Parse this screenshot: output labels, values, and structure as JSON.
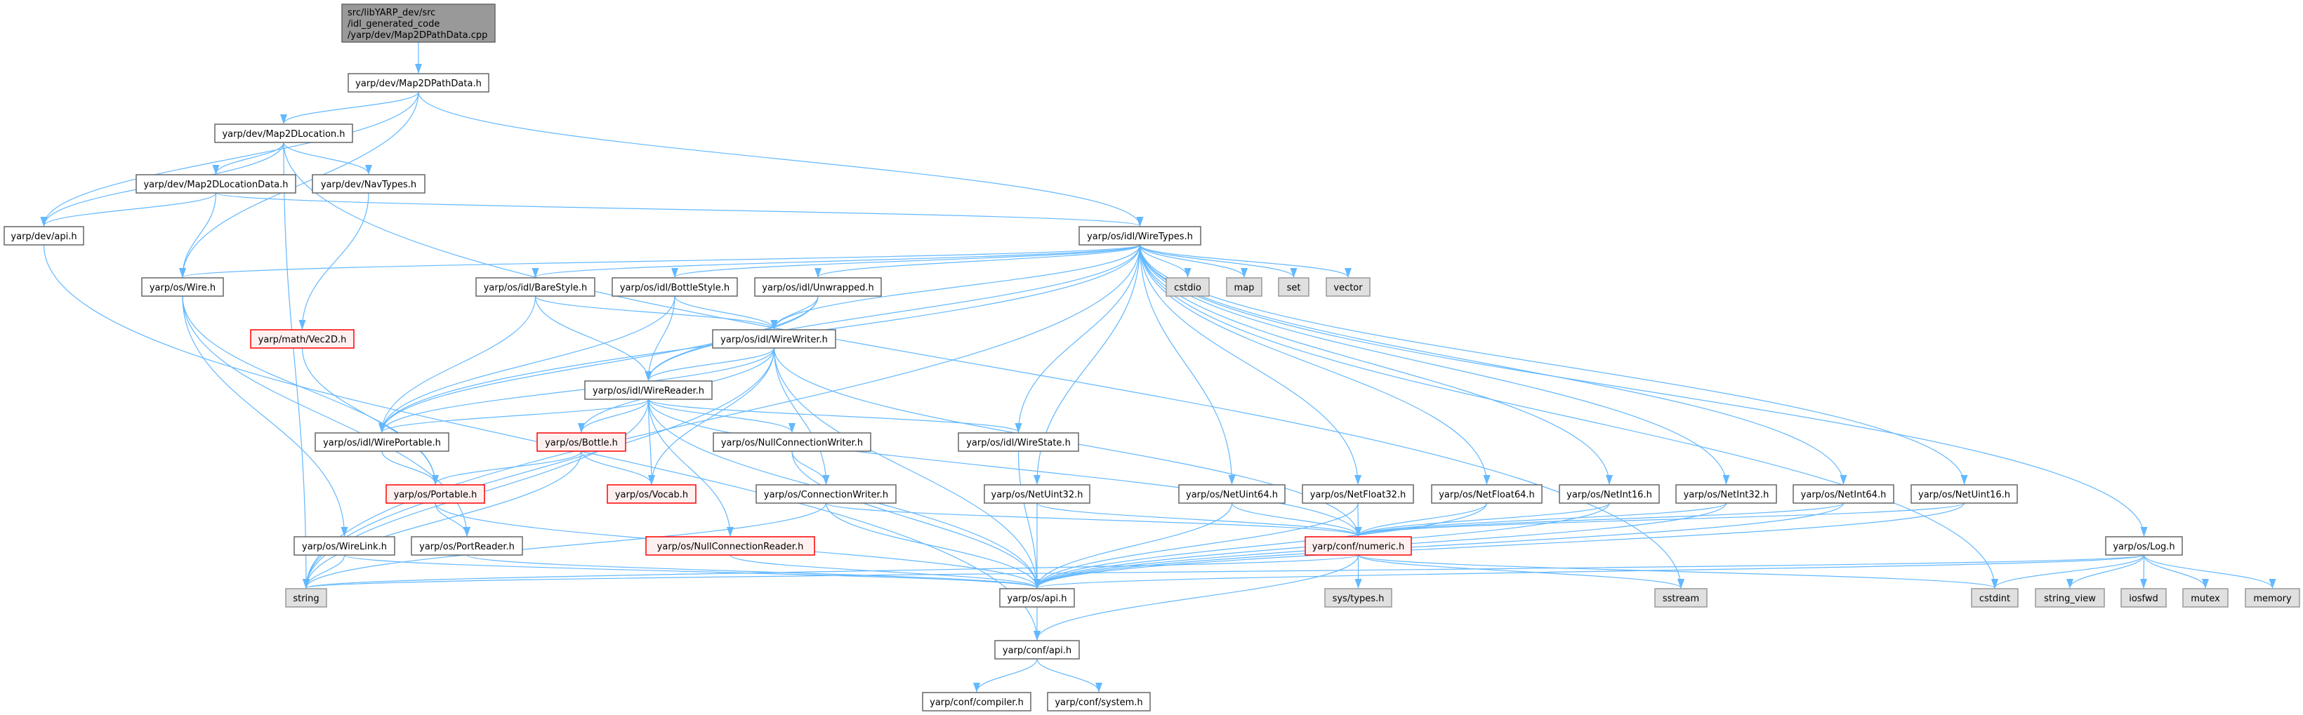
{
  "graph": {
    "colors": {
      "edge": "#63b8ff",
      "node_fill": "#ffffff",
      "node_stroke": "#666666",
      "root_fill": "#999999",
      "system_fill": "#e0e0e0",
      "system_stroke": "#999999",
      "missing_fill": "#fff0f0",
      "missing_stroke": "#ff0000"
    },
    "nodes": [
      {
        "id": "root",
        "label": [
          "src/libYARP_dev/src",
          "/idl_generated_code",
          "/yarp/dev/Map2DPathData.cpp"
        ],
        "kind": "root"
      },
      {
        "id": "pathdata",
        "label": [
          "yarp/dev/Map2DPathData.h"
        ],
        "kind": "normal"
      },
      {
        "id": "location",
        "label": [
          "yarp/dev/Map2DLocation.h"
        ],
        "kind": "normal"
      },
      {
        "id": "locdata",
        "label": [
          "yarp/dev/Map2DLocationData.h"
        ],
        "kind": "normal"
      },
      {
        "id": "navtypes",
        "label": [
          "yarp/dev/NavTypes.h"
        ],
        "kind": "normal"
      },
      {
        "id": "devapi",
        "label": [
          "yarp/dev/api.h"
        ],
        "kind": "normal"
      },
      {
        "id": "wiretypes",
        "label": [
          "yarp/os/idl/WireTypes.h"
        ],
        "kind": "normal"
      },
      {
        "id": "wire",
        "label": [
          "yarp/os/Wire.h"
        ],
        "kind": "normal"
      },
      {
        "id": "barestyle",
        "label": [
          "yarp/os/idl/BareStyle.h"
        ],
        "kind": "normal"
      },
      {
        "id": "bottlestyle",
        "label": [
          "yarp/os/idl/BottleStyle.h"
        ],
        "kind": "normal"
      },
      {
        "id": "unwrapped",
        "label": [
          "yarp/os/idl/Unwrapped.h"
        ],
        "kind": "normal"
      },
      {
        "id": "cstdio",
        "label": [
          "cstdio"
        ],
        "kind": "system"
      },
      {
        "id": "map",
        "label": [
          "map"
        ],
        "kind": "system"
      },
      {
        "id": "set",
        "label": [
          "set"
        ],
        "kind": "system"
      },
      {
        "id": "vector",
        "label": [
          "vector"
        ],
        "kind": "system"
      },
      {
        "id": "vec2d",
        "label": [
          "yarp/math/Vec2D.h"
        ],
        "kind": "missing"
      },
      {
        "id": "wirewriter",
        "label": [
          "yarp/os/idl/WireWriter.h"
        ],
        "kind": "normal"
      },
      {
        "id": "wirereader",
        "label": [
          "yarp/os/idl/WireReader.h"
        ],
        "kind": "normal"
      },
      {
        "id": "wireportable",
        "label": [
          "yarp/os/idl/WirePortable.h"
        ],
        "kind": "normal"
      },
      {
        "id": "bottle",
        "label": [
          "yarp/os/Bottle.h"
        ],
        "kind": "missing"
      },
      {
        "id": "nullconnwriter",
        "label": [
          "yarp/os/NullConnectionWriter.h"
        ],
        "kind": "normal"
      },
      {
        "id": "wirestate",
        "label": [
          "yarp/os/idl/WireState.h"
        ],
        "kind": "normal"
      },
      {
        "id": "portable",
        "label": [
          "yarp/os/Portable.h"
        ],
        "kind": "missing"
      },
      {
        "id": "vocab",
        "label": [
          "yarp/os/Vocab.h"
        ],
        "kind": "missing"
      },
      {
        "id": "connwriter",
        "label": [
          "yarp/os/ConnectionWriter.h"
        ],
        "kind": "normal"
      },
      {
        "id": "netuint32",
        "label": [
          "yarp/os/NetUint32.h"
        ],
        "kind": "normal"
      },
      {
        "id": "netuint64",
        "label": [
          "yarp/os/NetUint64.h"
        ],
        "kind": "normal"
      },
      {
        "id": "netfloat32",
        "label": [
          "yarp/os/NetFloat32.h"
        ],
        "kind": "normal"
      },
      {
        "id": "netfloat64",
        "label": [
          "yarp/os/NetFloat64.h"
        ],
        "kind": "normal"
      },
      {
        "id": "netint16",
        "label": [
          "yarp/os/NetInt16.h"
        ],
        "kind": "normal"
      },
      {
        "id": "netint32",
        "label": [
          "yarp/os/NetInt32.h"
        ],
        "kind": "normal"
      },
      {
        "id": "netint64",
        "label": [
          "yarp/os/NetInt64.h"
        ],
        "kind": "normal"
      },
      {
        "id": "netuint16",
        "label": [
          "yarp/os/NetUint16.h"
        ],
        "kind": "normal"
      },
      {
        "id": "wirelink",
        "label": [
          "yarp/os/WireLink.h"
        ],
        "kind": "normal"
      },
      {
        "id": "portreader",
        "label": [
          "yarp/os/PortReader.h"
        ],
        "kind": "normal"
      },
      {
        "id": "nullconnreader",
        "label": [
          "yarp/os/NullConnectionReader.h"
        ],
        "kind": "missing"
      },
      {
        "id": "numeric",
        "label": [
          "yarp/conf/numeric.h"
        ],
        "kind": "missing"
      },
      {
        "id": "log",
        "label": [
          "yarp/os/Log.h"
        ],
        "kind": "normal"
      },
      {
        "id": "string",
        "label": [
          "string"
        ],
        "kind": "system"
      },
      {
        "id": "osapi",
        "label": [
          "yarp/os/api.h"
        ],
        "kind": "normal"
      },
      {
        "id": "systypes",
        "label": [
          "sys/types.h"
        ],
        "kind": "system"
      },
      {
        "id": "sstream",
        "label": [
          "sstream"
        ],
        "kind": "system"
      },
      {
        "id": "cstdint",
        "label": [
          "cstdint"
        ],
        "kind": "system"
      },
      {
        "id": "string_view",
        "label": [
          "string_view"
        ],
        "kind": "system"
      },
      {
        "id": "iosfwd",
        "label": [
          "iosfwd"
        ],
        "kind": "system"
      },
      {
        "id": "mutex",
        "label": [
          "mutex"
        ],
        "kind": "system"
      },
      {
        "id": "memory",
        "label": [
          "memory"
        ],
        "kind": "system"
      },
      {
        "id": "confapi",
        "label": [
          "yarp/conf/api.h"
        ],
        "kind": "normal"
      },
      {
        "id": "compiler",
        "label": [
          "yarp/conf/compiler.h"
        ],
        "kind": "normal"
      },
      {
        "id": "system",
        "label": [
          "yarp/conf/system.h"
        ],
        "kind": "normal"
      }
    ],
    "edges": [
      [
        "root",
        "pathdata"
      ],
      [
        "pathdata",
        "location"
      ],
      [
        "pathdata",
        "devapi"
      ],
      [
        "pathdata",
        "wire"
      ],
      [
        "pathdata",
        "wiretypes"
      ],
      [
        "location",
        "locdata"
      ],
      [
        "location",
        "navtypes"
      ],
      [
        "location",
        "devapi"
      ],
      [
        "location",
        "string"
      ],
      [
        "location",
        "sstream"
      ],
      [
        "locdata",
        "devapi"
      ],
      [
        "locdata",
        "wire"
      ],
      [
        "locdata",
        "wiretypes"
      ],
      [
        "navtypes",
        "vec2d"
      ],
      [
        "devapi",
        "confapi"
      ],
      [
        "vec2d",
        "portable"
      ],
      [
        "wiretypes",
        "wire"
      ],
      [
        "wiretypes",
        "barestyle"
      ],
      [
        "wiretypes",
        "bottlestyle"
      ],
      [
        "wiretypes",
        "unwrapped"
      ],
      [
        "wiretypes",
        "wirewriter"
      ],
      [
        "wiretypes",
        "wirereader"
      ],
      [
        "wiretypes",
        "wireportable"
      ],
      [
        "wiretypes",
        "wirestate"
      ],
      [
        "wiretypes",
        "string"
      ],
      [
        "wiretypes",
        "cstdio"
      ],
      [
        "wiretypes",
        "map"
      ],
      [
        "wiretypes",
        "set"
      ],
      [
        "wiretypes",
        "vector"
      ],
      [
        "wiretypes",
        "netuint32"
      ],
      [
        "wiretypes",
        "netuint64"
      ],
      [
        "wiretypes",
        "netfloat32"
      ],
      [
        "wiretypes",
        "netfloat64"
      ],
      [
        "wiretypes",
        "netint16"
      ],
      [
        "wiretypes",
        "netint32"
      ],
      [
        "wiretypes",
        "netint64"
      ],
      [
        "wiretypes",
        "netuint16"
      ],
      [
        "wiretypes",
        "log"
      ],
      [
        "wiretypes",
        "cstdint"
      ],
      [
        "wire",
        "wirelink"
      ],
      [
        "wire",
        "portreader"
      ],
      [
        "wire",
        "portable"
      ],
      [
        "barestyle",
        "wirewriter"
      ],
      [
        "barestyle",
        "wirereader"
      ],
      [
        "barestyle",
        "wireportable"
      ],
      [
        "bottlestyle",
        "wirewriter"
      ],
      [
        "bottlestyle",
        "wirereader"
      ],
      [
        "bottlestyle",
        "wireportable"
      ],
      [
        "unwrapped",
        "wirewriter"
      ],
      [
        "unwrapped",
        "wirereader"
      ],
      [
        "unwrapped",
        "wireportable"
      ],
      [
        "wirewriter",
        "wirereader"
      ],
      [
        "wirewriter",
        "wireportable"
      ],
      [
        "wirewriter",
        "bottle"
      ],
      [
        "wirewriter",
        "vocab"
      ],
      [
        "wirewriter",
        "connwriter"
      ],
      [
        "wirewriter",
        "osapi"
      ],
      [
        "wirewriter",
        "numeric"
      ],
      [
        "wirewriter",
        "string"
      ],
      [
        "wirereader",
        "wireportable"
      ],
      [
        "wirereader",
        "bottle"
      ],
      [
        "wirereader",
        "vocab"
      ],
      [
        "wirereader",
        "nullconnwriter"
      ],
      [
        "wirereader",
        "nullconnreader"
      ],
      [
        "wirereader",
        "wirestate"
      ],
      [
        "wirereader",
        "numeric"
      ],
      [
        "wirereader",
        "string"
      ],
      [
        "wirereader",
        "osapi"
      ],
      [
        "wireportable",
        "portable"
      ],
      [
        "bottle",
        "portable"
      ],
      [
        "bottle",
        "vocab"
      ],
      [
        "bottle",
        "string"
      ],
      [
        "nullconnwriter",
        "connwriter"
      ],
      [
        "nullconnwriter",
        "osapi"
      ],
      [
        "wirestate",
        "osapi"
      ],
      [
        "portable",
        "portreader"
      ],
      [
        "portable",
        "osapi"
      ],
      [
        "connwriter",
        "numeric"
      ],
      [
        "connwriter",
        "osapi"
      ],
      [
        "connwriter",
        "string"
      ],
      [
        "netuint32",
        "osapi"
      ],
      [
        "netuint32",
        "numeric"
      ],
      [
        "netuint64",
        "osapi"
      ],
      [
        "netuint64",
        "numeric"
      ],
      [
        "netfloat32",
        "osapi"
      ],
      [
        "netfloat32",
        "numeric"
      ],
      [
        "netfloat64",
        "osapi"
      ],
      [
        "netfloat64",
        "numeric"
      ],
      [
        "netint16",
        "osapi"
      ],
      [
        "netint16",
        "numeric"
      ],
      [
        "netint32",
        "osapi"
      ],
      [
        "netint32",
        "numeric"
      ],
      [
        "netint64",
        "osapi"
      ],
      [
        "netint64",
        "numeric"
      ],
      [
        "netuint16",
        "osapi"
      ],
      [
        "netuint16",
        "numeric"
      ],
      [
        "wirelink",
        "string"
      ],
      [
        "wirelink",
        "osapi"
      ],
      [
        "portreader",
        "osapi"
      ],
      [
        "nullconnreader",
        "osapi"
      ],
      [
        "numeric",
        "confapi"
      ],
      [
        "numeric",
        "systypes"
      ],
      [
        "numeric",
        "sstream"
      ],
      [
        "numeric",
        "cstdint"
      ],
      [
        "numeric",
        "string"
      ],
      [
        "log",
        "osapi"
      ],
      [
        "log",
        "cstdint"
      ],
      [
        "log",
        "string_view"
      ],
      [
        "log",
        "iosfwd"
      ],
      [
        "log",
        "mutex"
      ],
      [
        "log",
        "memory"
      ],
      [
        "log",
        "string"
      ],
      [
        "osapi",
        "confapi"
      ],
      [
        "confapi",
        "compiler"
      ],
      [
        "confapi",
        "system"
      ]
    ]
  }
}
